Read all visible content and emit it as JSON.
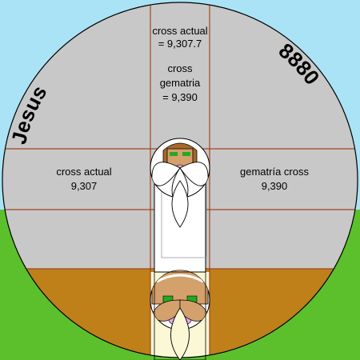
{
  "diagram": {
    "left_arc_text": "Jesus",
    "right_arc_text": "8880",
    "top_label": [
      "cross actual",
      "= 9,307.7",
      "cross",
      "gematria",
      "= 9,390"
    ],
    "left_label": [
      "cross actual",
      "9,307"
    ],
    "right_label": [
      "gematría cross",
      "9,390"
    ]
  },
  "colors": {
    "sky": "#a9e3f5",
    "grass": "#5cc02d",
    "earth": "#bf7f19",
    "disc": "#c8c8c8",
    "cross": "#ffffff",
    "grid_line": "#a0461e",
    "lower_column": "#fbf8d6",
    "face": "#d4a06b",
    "hair": "#a86a2a",
    "eyes": "#22aa22",
    "lips": "#e6a7e8"
  }
}
